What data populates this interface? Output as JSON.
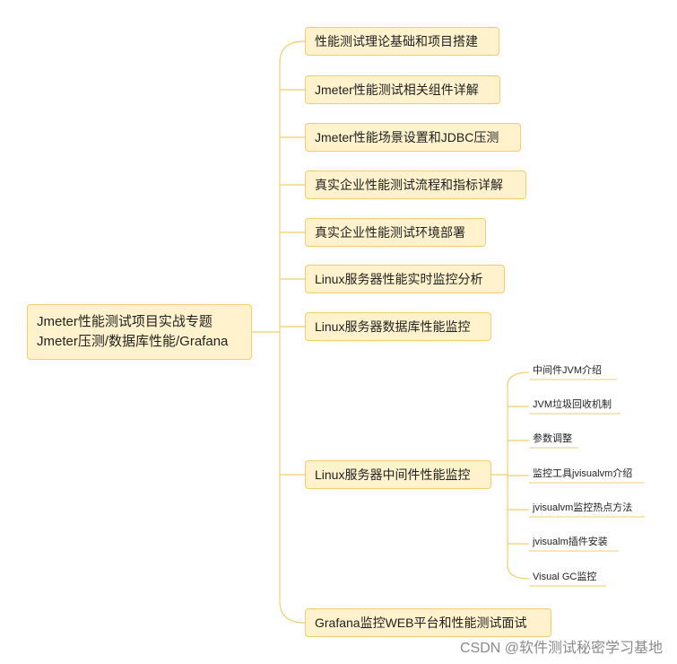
{
  "root": {
    "line1": "Jmeter性能测试项目实战专题",
    "line2": "Jmeter压测/数据库性能/Grafana"
  },
  "branches": [
    "性能测试理论基础和项目搭建",
    "Jmeter性能测试相关组件详解",
    "Jmeter性能场景设置和JDBC压测",
    "真实企业性能测试流程和指标详解",
    "真实企业性能测试环境部署",
    "Linux服务器性能实时监控分析",
    "Linux服务器数据库性能监控",
    "Linux服务器中间件性能监控",
    "Grafana监控WEB平台和性能测试面试"
  ],
  "middleware_children": [
    "中间件JVM介绍",
    "JVM垃圾回收机制",
    "参数调整",
    "监控工具jvisualvm介绍",
    "jvisualvm监控热点方法",
    "jvisualm插件安装",
    "Visual GC监控"
  ],
  "watermark": "CSDN @软件测试秘密学习基地",
  "colors": {
    "node_fill": "#fff2cc",
    "node_border": "#f2cf6a",
    "connector": "#f2cf6a"
  }
}
